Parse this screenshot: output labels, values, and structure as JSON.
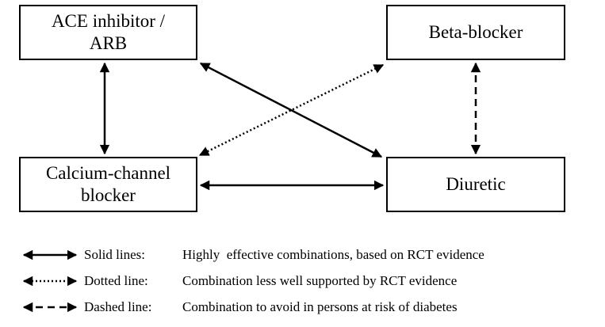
{
  "nodes": {
    "ace": [
      "ACE inhibitor /",
      "ARB"
    ],
    "beta": [
      "Beta-blocker"
    ],
    "ccb": [
      "Calcium-channel",
      "blocker"
    ],
    "diuretic": [
      "Diuretic"
    ]
  },
  "legend": [
    {
      "style": "solid",
      "label": "Solid lines:",
      "description": "Highly  effective combinations, based on RCT evidence"
    },
    {
      "style": "dotted",
      "label": "Dotted line:",
      "description": "Combination less well supported by RCT evidence"
    },
    {
      "style": "dashed",
      "label": "Dashed line:",
      "description": "Combination to avoid in persons at risk of diabetes"
    }
  ]
}
